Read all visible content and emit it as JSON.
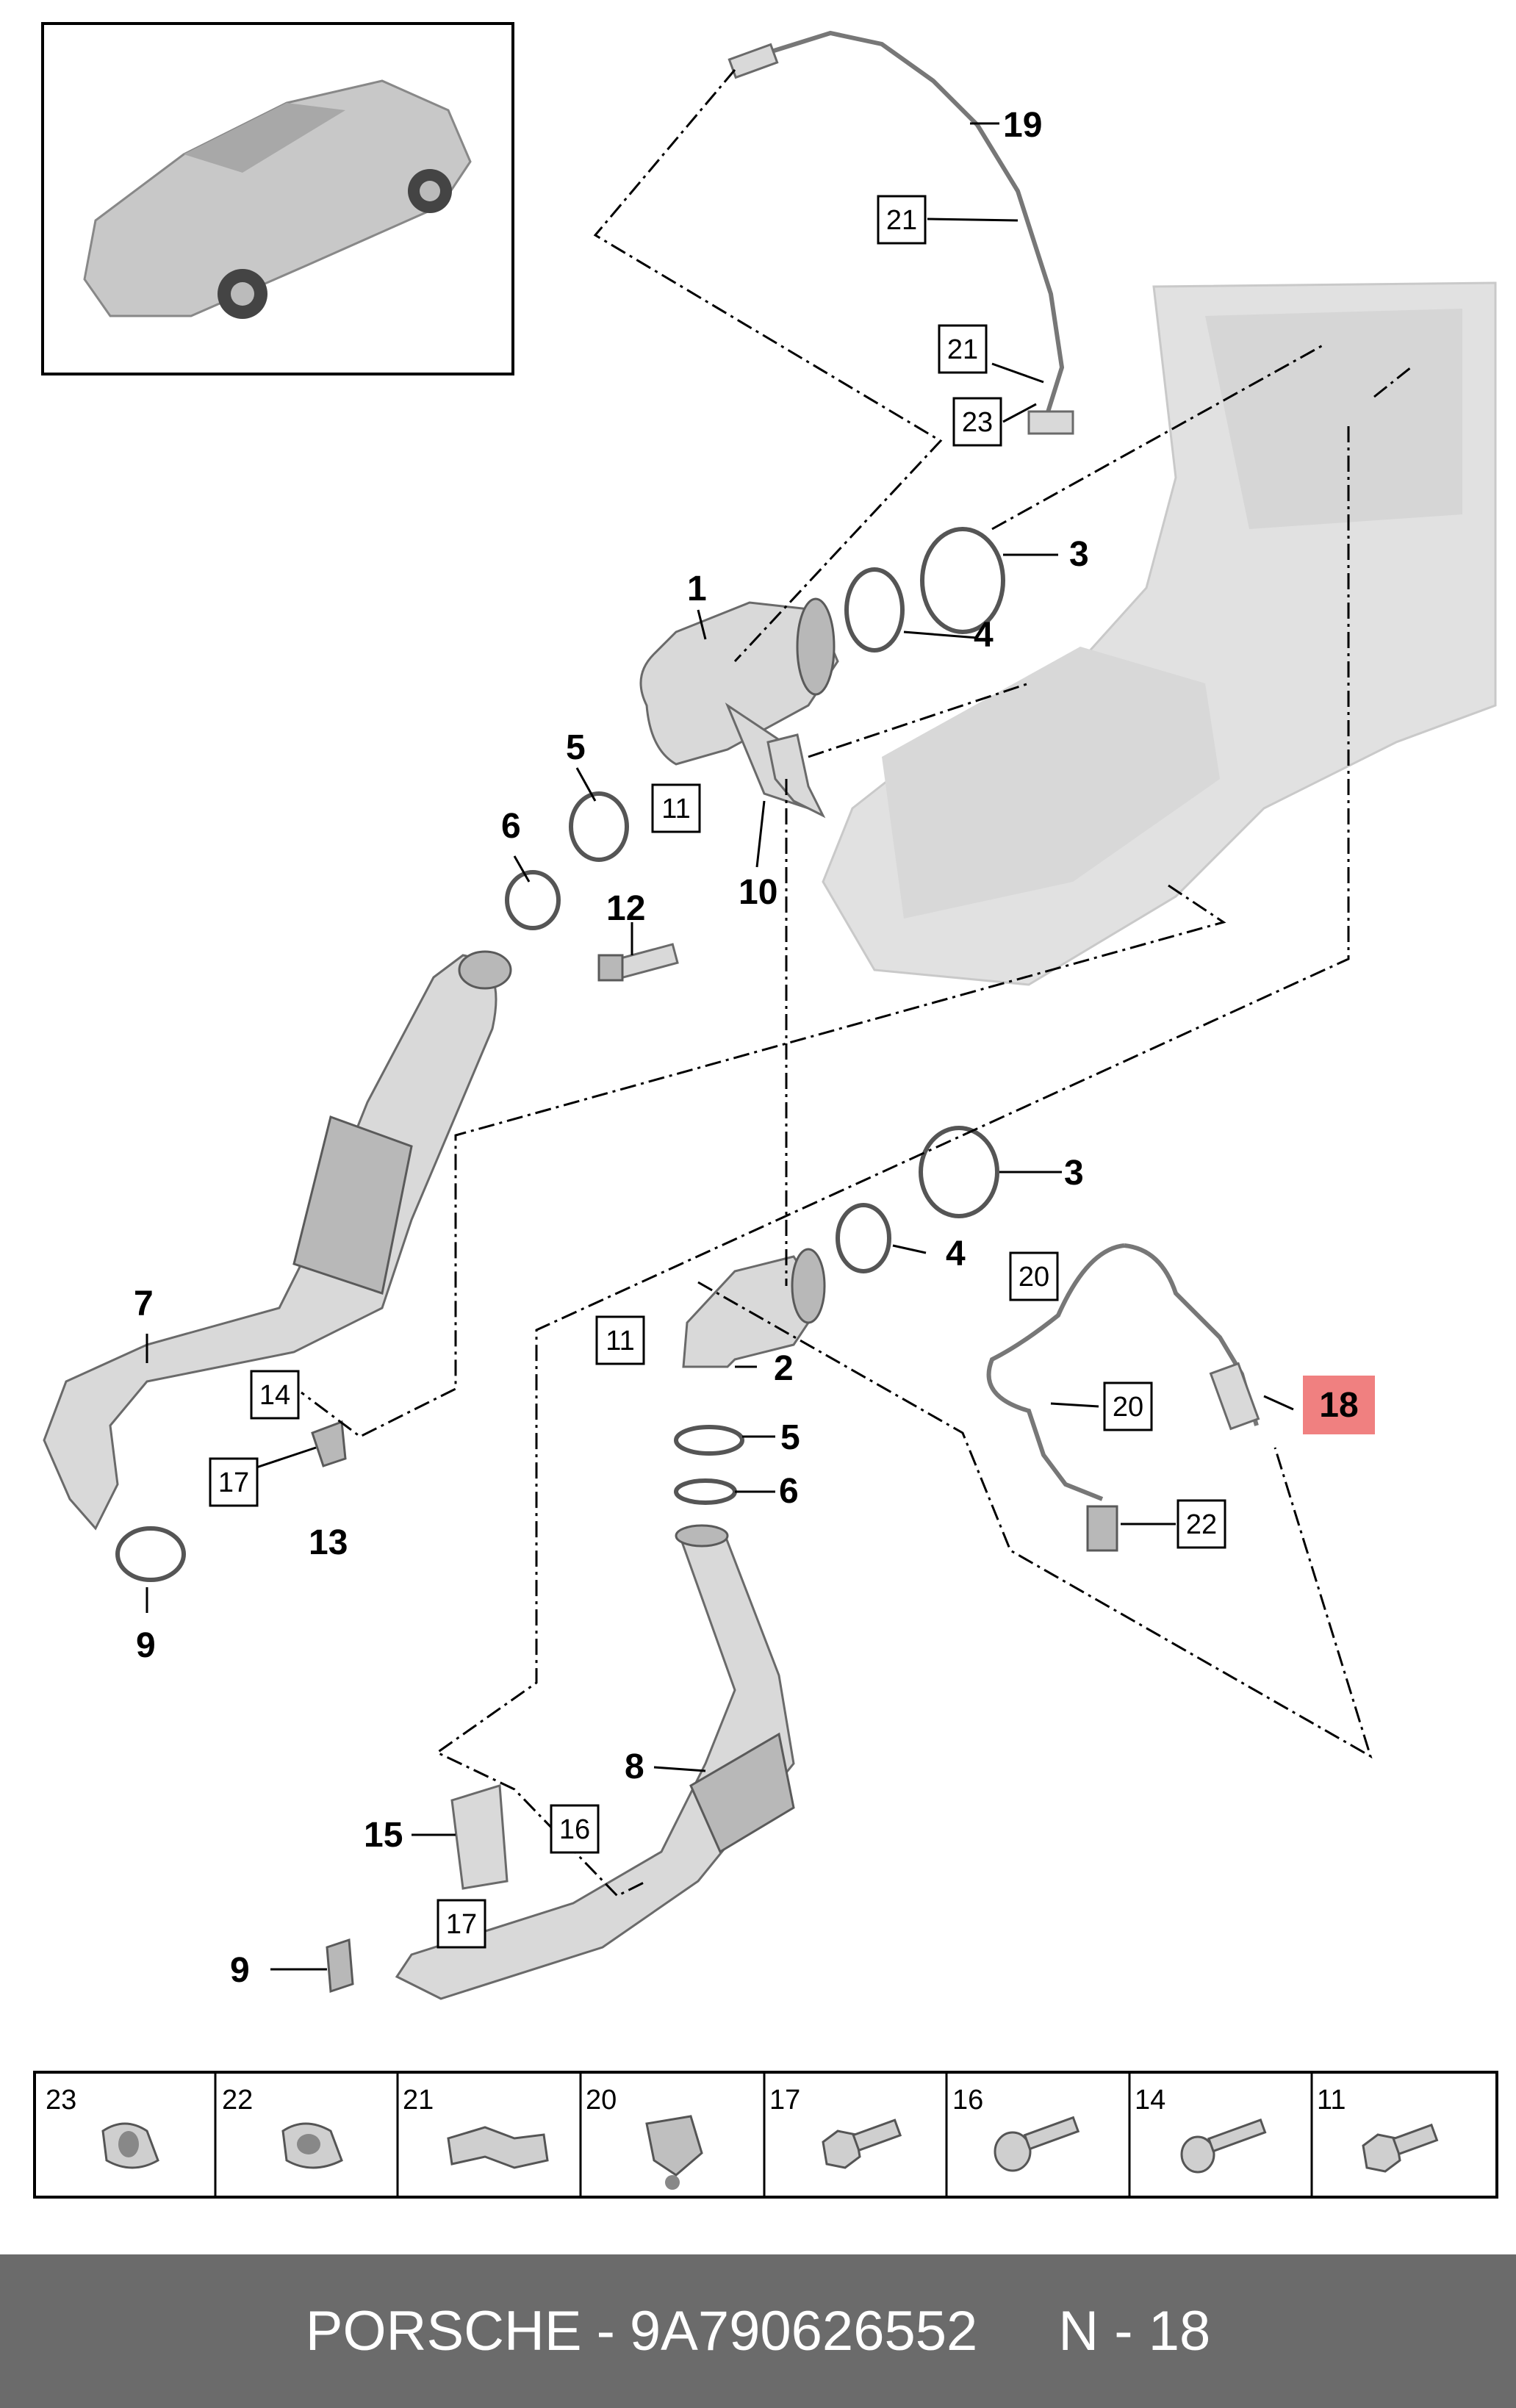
{
  "footer": {
    "brand": "PORSCHE",
    "separator": "-",
    "part_number": "9A790626552",
    "position_code": "N - 18"
  },
  "callouts": {
    "c1": "1",
    "c2": "2",
    "c3a": "3",
    "c3b": "3",
    "c4a": "4",
    "c4b": "4",
    "c5a": "5",
    "c5b": "5",
    "c6a": "6",
    "c6b": "6",
    "c7": "7",
    "c8": "8",
    "c9a": "9",
    "c9b": "9",
    "c10": "10",
    "c12": "12",
    "c13": "13",
    "c15": "15",
    "c18": "18",
    "c19": "19"
  },
  "boxed_refs": {
    "b21a": "21",
    "b21b": "21",
    "b23": "23",
    "b11a": "11",
    "b11b": "11",
    "b14": "14",
    "b17a": "17",
    "b17b": "17",
    "b16": "16",
    "b20a": "20",
    "b20b": "20",
    "b22": "22"
  },
  "highlight": {
    "label": "18",
    "color": "#f08080"
  },
  "legend": {
    "items": [
      {
        "num": "23",
        "icon": "clip-icon"
      },
      {
        "num": "22",
        "icon": "clip-icon"
      },
      {
        "num": "21",
        "icon": "cable-holder-icon"
      },
      {
        "num": "20",
        "icon": "connector-holder-icon"
      },
      {
        "num": "17",
        "icon": "hex-bolt-icon"
      },
      {
        "num": "16",
        "icon": "torx-bolt-icon"
      },
      {
        "num": "14",
        "icon": "torx-bolt-icon"
      },
      {
        "num": "11",
        "icon": "hex-bolt-icon"
      }
    ]
  }
}
